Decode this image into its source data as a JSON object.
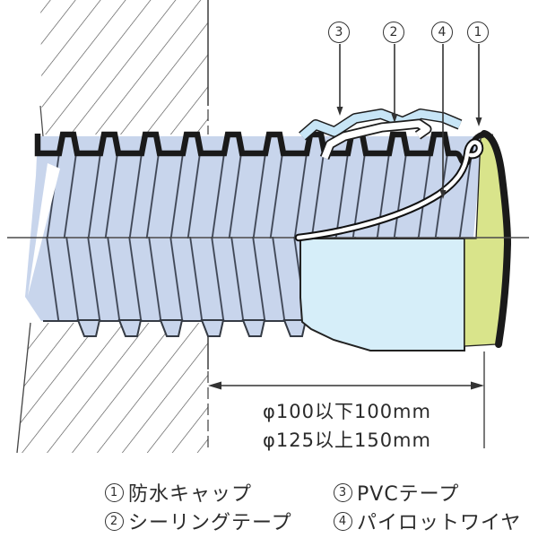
{
  "colors": {
    "pipe_blue": "#c8d5ec",
    "interior_cyan": "#d6eef9",
    "cap_green": "#d9e48b",
    "tape_blue": "#c7e5f6",
    "tape_white": "#ffffff",
    "outline": "#1a1a1a"
  },
  "callouts": [
    {
      "num": "3"
    },
    {
      "num": "2"
    },
    {
      "num": "4"
    },
    {
      "num": "1"
    }
  ],
  "dimension": {
    "line1": "φ100以下100mm",
    "line2": "φ125以上150mm"
  },
  "legend": {
    "items": [
      {
        "num": "1",
        "label": "防水キャップ"
      },
      {
        "num": "2",
        "label": "シーリングテープ"
      },
      {
        "num": "3",
        "label": "PVCテープ"
      },
      {
        "num": "4",
        "label": "パイロットワイヤ"
      }
    ]
  }
}
